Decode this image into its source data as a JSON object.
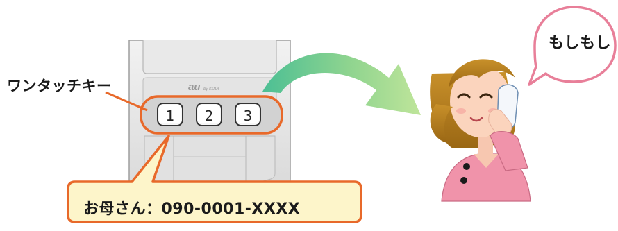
{
  "labels": {
    "onetouch_key": "ワンタッチキー",
    "phone_brand_main": "au",
    "phone_brand_sub": "by KDDI",
    "key1": "1",
    "key2": "2",
    "key3": "3",
    "contact_entry": "お母さん：090-0001-XXXX",
    "speech": "もしもし"
  },
  "colors": {
    "accent_orange": "#e8692a",
    "callout_fill": "#fdf5ca",
    "speech_border": "#e87f99",
    "arrow_start": "#4cbf94",
    "arrow_end": "#b5e08c",
    "phone_body": "#dedede",
    "phone_keys_panel": "#cfcfcf"
  },
  "icons": {
    "call_arrow": "curved-arrow-icon",
    "person": "woman-on-phone-illustration"
  }
}
